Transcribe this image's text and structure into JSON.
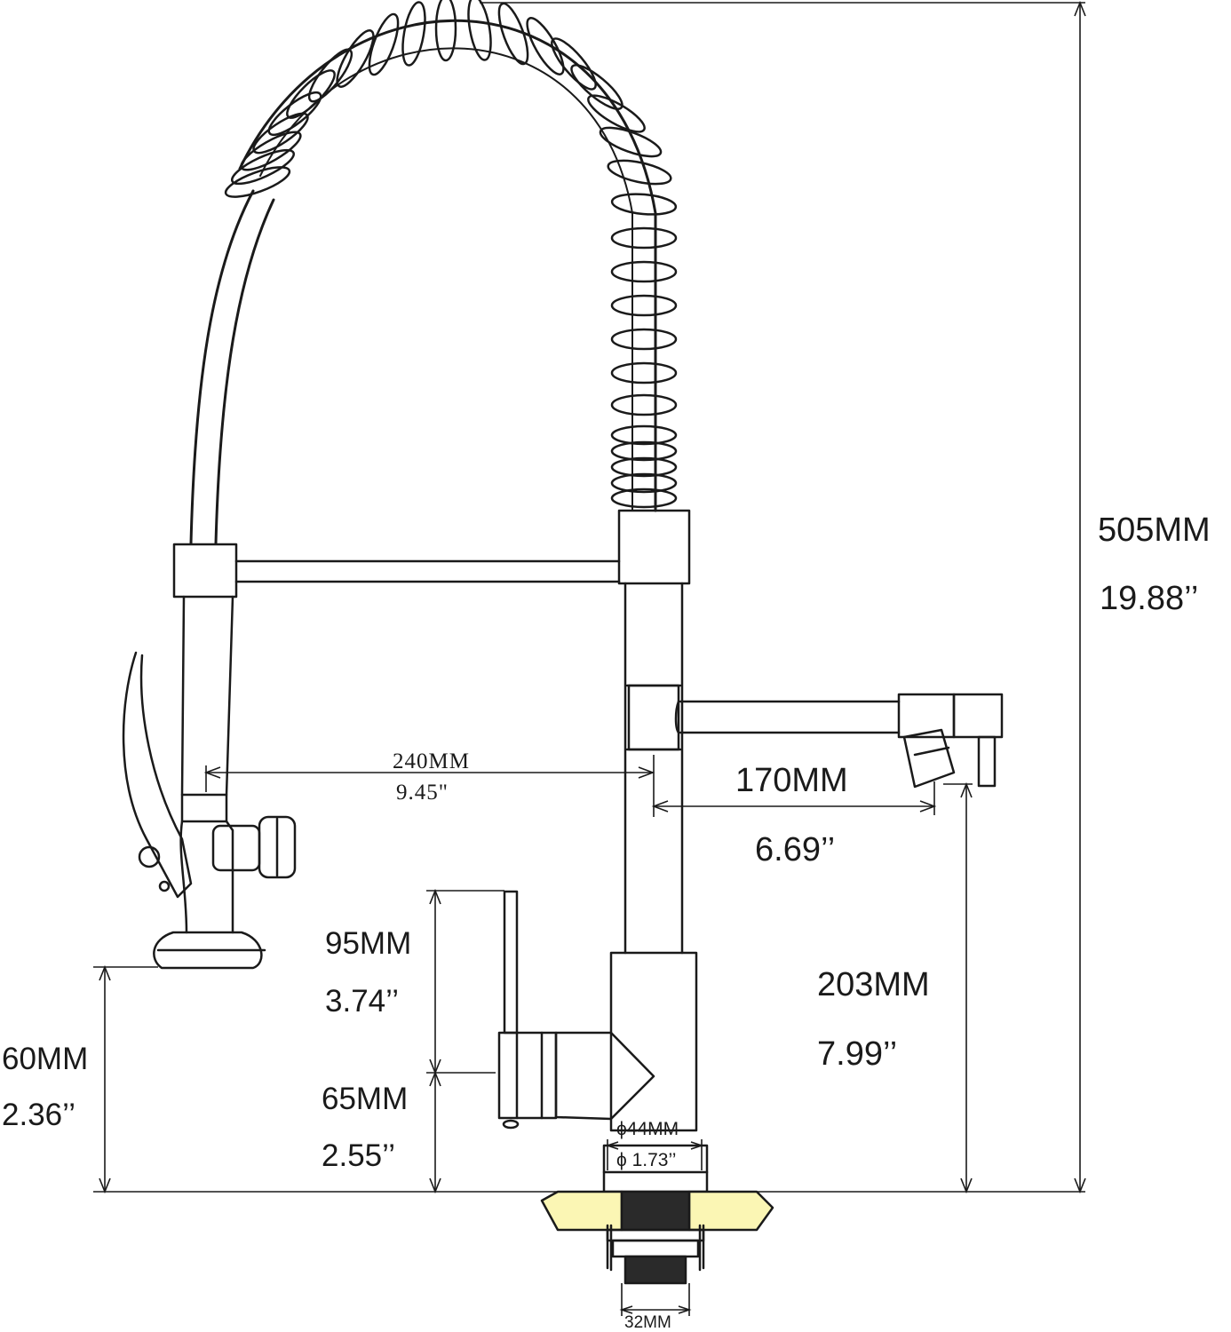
{
  "dimensions": {
    "total_height": {
      "mm": "505MM",
      "inch": "19.88’’"
    },
    "spout_reach": {
      "mm": "240MM",
      "inch": "9.45\""
    },
    "pot_filler_reach": {
      "mm": "170MM",
      "inch": "6.69’’"
    },
    "pot_filler_height": {
      "mm": "203MM",
      "inch": "7.99’’"
    },
    "sprayer_height": {
      "mm": "60MM",
      "inch": "2.36’’"
    },
    "handle_length": {
      "mm": "95MM",
      "inch": "3.74’’"
    },
    "handle_height": {
      "mm": "65MM",
      "inch": "2.55’’"
    },
    "base_diameter": {
      "mm": "ϕ44MM",
      "inch": "ϕ 1.73’’"
    },
    "shank_diameter": {
      "mm": "32MM"
    }
  },
  "colors": {
    "line": "#1a1a1a",
    "countertop": "#fbf6b4"
  }
}
